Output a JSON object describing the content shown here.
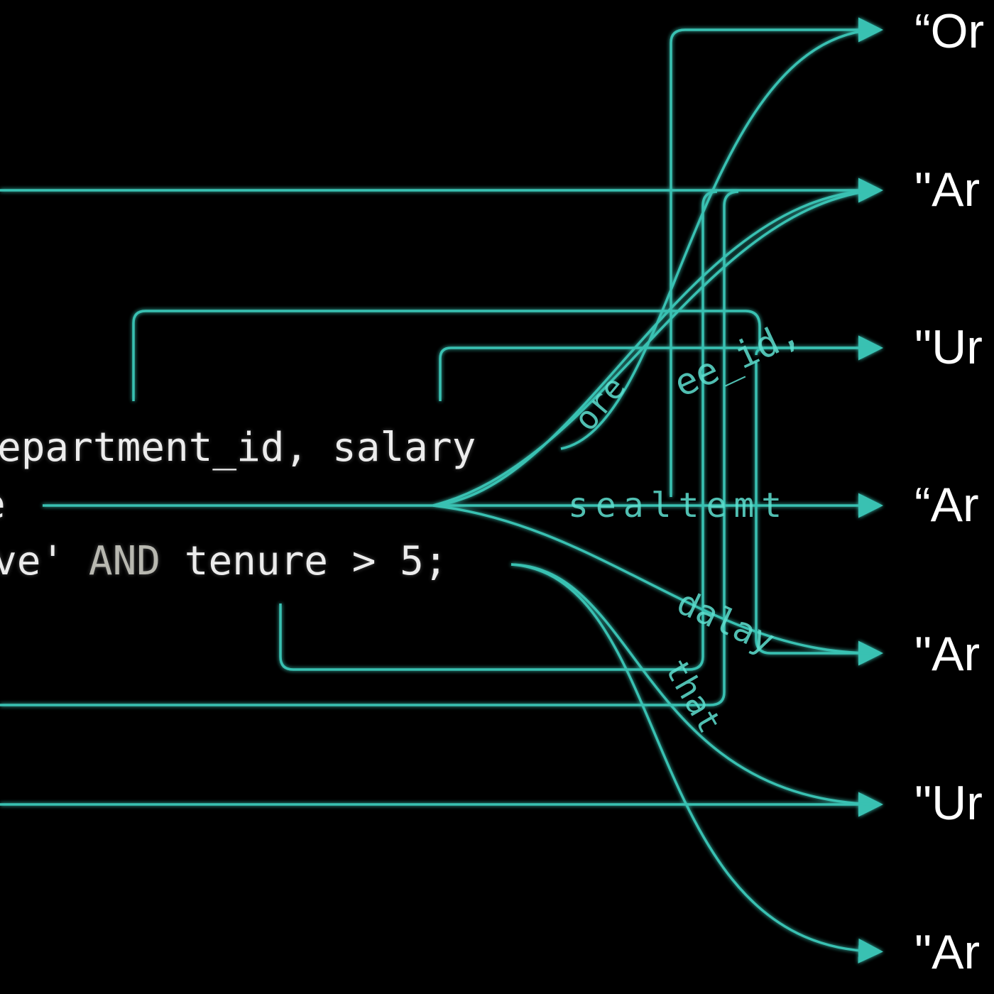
{
  "code_lines": {
    "line1": "epartment_id, salary",
    "line2": "e",
    "line3_a": "ve' ",
    "line3_kw": "AND",
    "line3_b": " tenure > 5;"
  },
  "outputs": [
    "“Or",
    "\"Ar",
    "\"Ur",
    "“Ar",
    "\"Ar",
    "\"Ur",
    "\"Ar"
  ],
  "floating_tokens": {
    "t1": "ee_id,",
    "t2": "sealtemt",
    "t3": "dalay",
    "t4": "that",
    "t5": "ore"
  },
  "colors": {
    "line": "#3fd6c6",
    "background": "#000000",
    "text": "#ffffff"
  }
}
